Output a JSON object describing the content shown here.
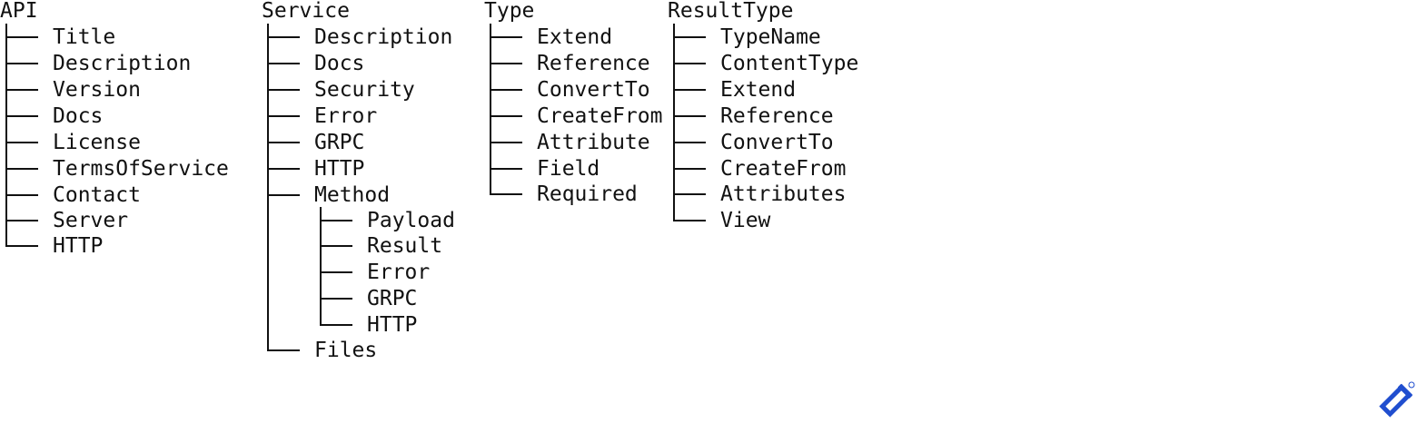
{
  "trees": [
    {
      "root": "API",
      "children": [
        {
          "label": "Title"
        },
        {
          "label": "Description"
        },
        {
          "label": "Version"
        },
        {
          "label": "Docs"
        },
        {
          "label": "License"
        },
        {
          "label": "TermsOfService"
        },
        {
          "label": "Contact"
        },
        {
          "label": "Server"
        },
        {
          "label": "HTTP"
        }
      ]
    },
    {
      "root": "Service",
      "children": [
        {
          "label": "Description"
        },
        {
          "label": "Docs"
        },
        {
          "label": "Security"
        },
        {
          "label": "Error"
        },
        {
          "label": "GRPC"
        },
        {
          "label": "HTTP"
        },
        {
          "label": "Method",
          "children": [
            {
              "label": "Payload"
            },
            {
              "label": "Result"
            },
            {
              "label": "Error"
            },
            {
              "label": "GRPC"
            },
            {
              "label": "HTTP"
            }
          ]
        },
        {
          "label": "Files"
        }
      ]
    },
    {
      "root": "Type",
      "children": [
        {
          "label": "Extend"
        },
        {
          "label": "Reference"
        },
        {
          "label": "ConvertTo"
        },
        {
          "label": "CreateFrom"
        },
        {
          "label": "Attribute"
        },
        {
          "label": "Field"
        },
        {
          "label": "Required"
        }
      ]
    },
    {
      "root": "ResultType",
      "children": [
        {
          "label": "TypeName"
        },
        {
          "label": "ContentType"
        },
        {
          "label": "Extend"
        },
        {
          "label": "Reference"
        },
        {
          "label": "ConvertTo"
        },
        {
          "label": "CreateFrom"
        },
        {
          "label": "Attributes"
        },
        {
          "label": "View"
        }
      ]
    }
  ],
  "logo": {
    "name": "toptal-logo",
    "color": "#204ECF",
    "mark": "®"
  }
}
